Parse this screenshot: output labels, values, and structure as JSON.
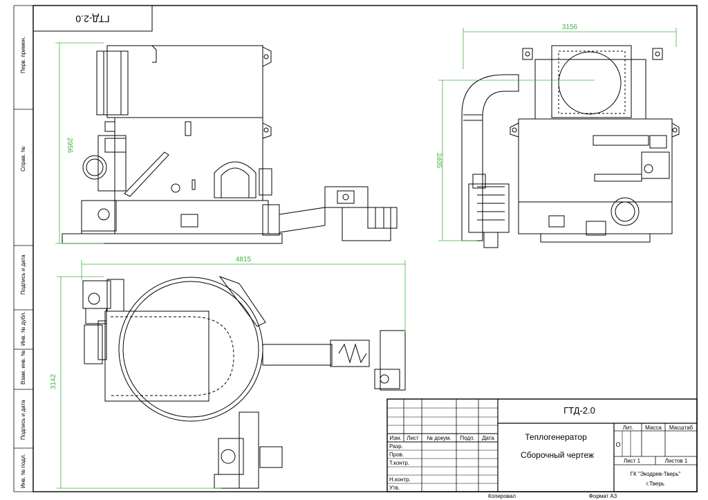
{
  "corner_stamp": "ГТД-2.0",
  "side_strip": {
    "perv_primen": "Перв. примен.",
    "sprav_no": "Справ. №",
    "podpis_data_1": "Подпись и дата",
    "inv_dubl": "Инв. № дубл.",
    "vzam_inv": "Взам. инв. №",
    "podpis_data_2": "Подпись и дата",
    "inv_podl": "Инв. № подл."
  },
  "dimensions": {
    "front_height": "2956",
    "side_width": "3156",
    "side_height": "2405",
    "plan_width": "4815",
    "plan_height": "3142"
  },
  "title_block": {
    "designation": "ГТД-2.0",
    "name_line1": "Теплогенератор",
    "name_line2": "Сборочный чертеж",
    "col_izm": "Изм.",
    "col_list": "Лист",
    "col_doc": "№ докум.",
    "col_podp": "Подп.",
    "col_data": "Дата",
    "row_razr": "Разр.",
    "row_prov": "Пров.",
    "row_tkontr": "Т.контр.",
    "row_nkontr": "Н.контр.",
    "row_utv": "Утв.",
    "lit": "Лит.",
    "massa": "Масса",
    "masshtab": "Масштаб",
    "lit_value": "О",
    "sheet": "Лист 1",
    "sheets": "Листов 1",
    "org": "ГК \"Экодрев-Тверь\"",
    "city": "г.Тверь",
    "kopiroval": "Копировал",
    "format": "Формат А3"
  }
}
